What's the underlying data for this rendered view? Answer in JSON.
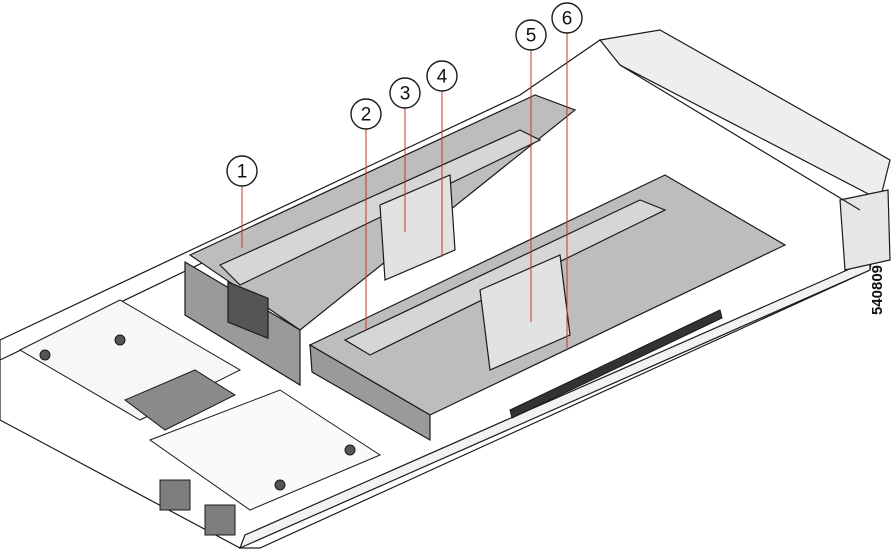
{
  "figure_id": "540809",
  "callouts": [
    {
      "label": "1"
    },
    {
      "label": "2"
    },
    {
      "label": "3"
    },
    {
      "label": "4"
    },
    {
      "label": "5"
    },
    {
      "label": "6"
    }
  ],
  "colors": {
    "outline": "#1a1a1a",
    "chassis_fill": "#ffffff",
    "riser_gray": "#c9c9c9",
    "riser_dark": "#9c9c9c",
    "card_light": "#dcdcdc",
    "leader": "#c0392b"
  }
}
